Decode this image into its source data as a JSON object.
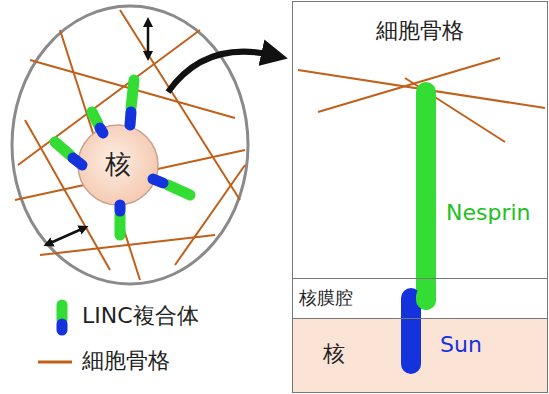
{
  "diagram": {
    "nodes": [
      {
        "text": [
          "核"
        ]
      },
      {
        "text": [
          "細胞骨格"
        ]
      },
      {
        "text": [
          "核膜腔"
        ],
        "in": 1
      },
      {
        "text": [
          "核"
        ],
        "in": 1
      }
    ],
    "labels": [
      "Nesprin",
      "Sun"
    ],
    "legend": [
      {
        "text": "LINC複合体"
      },
      {
        "text": "細胞骨格"
      }
    ]
  }
}
